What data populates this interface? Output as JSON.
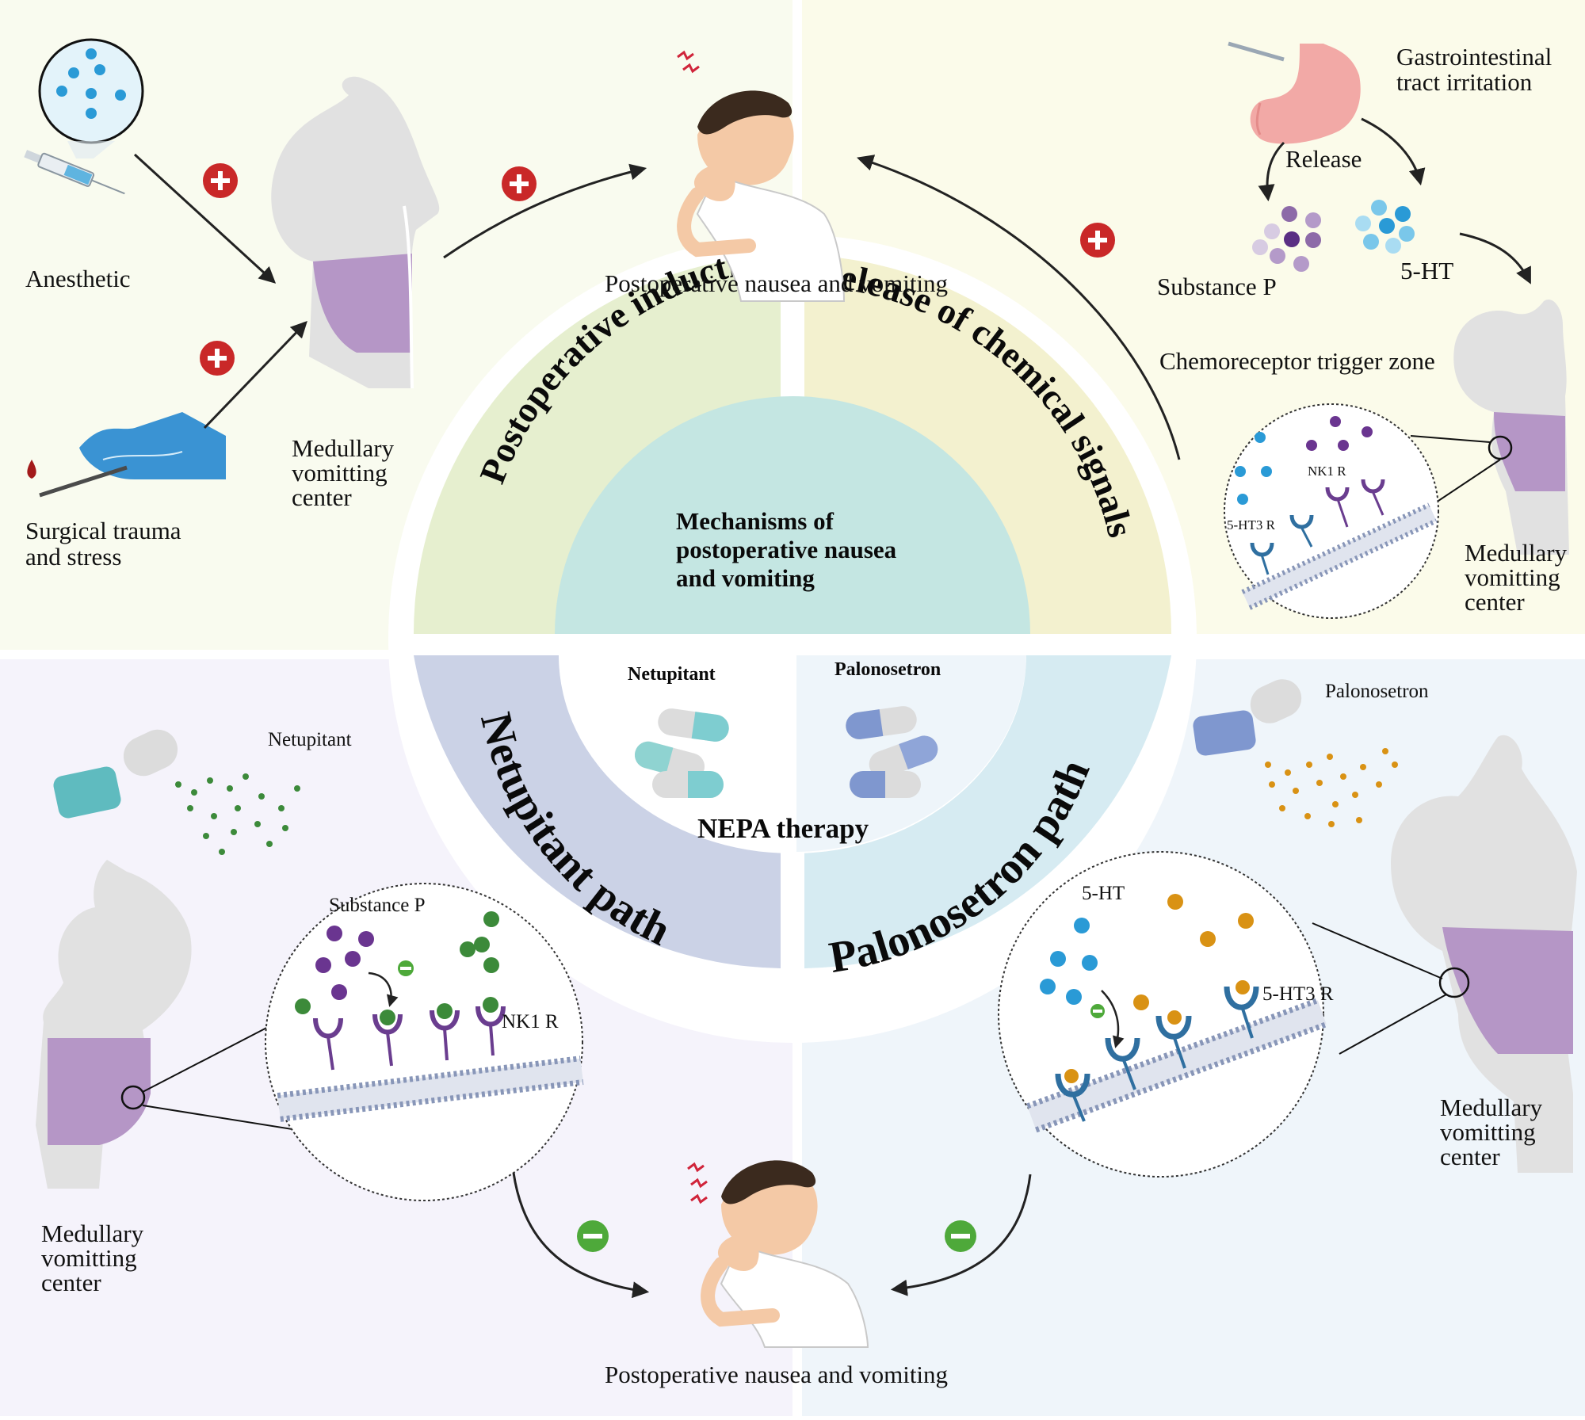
{
  "colors": {
    "q1_bg": "#f9fbef",
    "q2_bg": "#fbfbea",
    "q3_bg": "#f5f3fb",
    "q4_bg": "#eff5fa",
    "ring_induction": "#e6efcf",
    "ring_release": "#f3f1cf",
    "ring_netupitant": "#cbd2e6",
    "ring_palonosetron": "#d6ebf2",
    "center_fill": "#c4e6e2",
    "medulla_purple": "#b596c6",
    "plus_red": "#c92828",
    "minus_green": "#4ea93a",
    "nk1_purple": "#6a3d8f",
    "ht3_blue": "#2f6fa0",
    "serotonin_blue": "#2a9ad6",
    "substance_p_purple": "#6a3590",
    "netupitant_green": "#3c8a3a",
    "palonosetron_orange": "#d99214"
  },
  "center": {
    "title_lines": [
      "Mechanisms of",
      "postoperative nausea",
      "and vomiting"
    ],
    "therapy_label": "NEPA therapy",
    "drug_left": "Netupitant",
    "drug_right": "Palonosetron"
  },
  "ring": {
    "top_left": "Postoperative induction",
    "top_right": "Release of chemical signals",
    "bottom_left": "Netupitant path",
    "bottom_right": "Palonosetron path"
  },
  "q1": {
    "anesthetic": "Anesthetic",
    "surgical_lines": [
      "Surgical trauma",
      "and stress"
    ],
    "medullary_lines": [
      "Medullary",
      "vomitting",
      "center"
    ],
    "ponv": "Postoperative nausea and vomiting"
  },
  "q2": {
    "gi_lines": [
      "Gastrointestinal",
      "tract irritation"
    ],
    "release": "Release",
    "substance_p": "Substance P",
    "ht": "5-HT",
    "ctz": "Chemoreceptor trigger zone",
    "nk1r": "NK1 R",
    "ht3r": "5-HT3 R",
    "medullary_lines": [
      "Medullary",
      "vomitting",
      "center"
    ]
  },
  "q3": {
    "drug": "Netupitant",
    "substance_p": "Substance P",
    "nk1r": "NK1 R",
    "medullary_lines": [
      "Medullary",
      "vomitting",
      "center"
    ]
  },
  "q4": {
    "drug": "Palonosetron",
    "ht": "5-HT",
    "ht3r": "5-HT3 R",
    "medullary_lines": [
      "Medullary",
      "vomitting",
      "center"
    ]
  },
  "bottom": {
    "ponv": "Postoperative nausea and vomiting"
  }
}
